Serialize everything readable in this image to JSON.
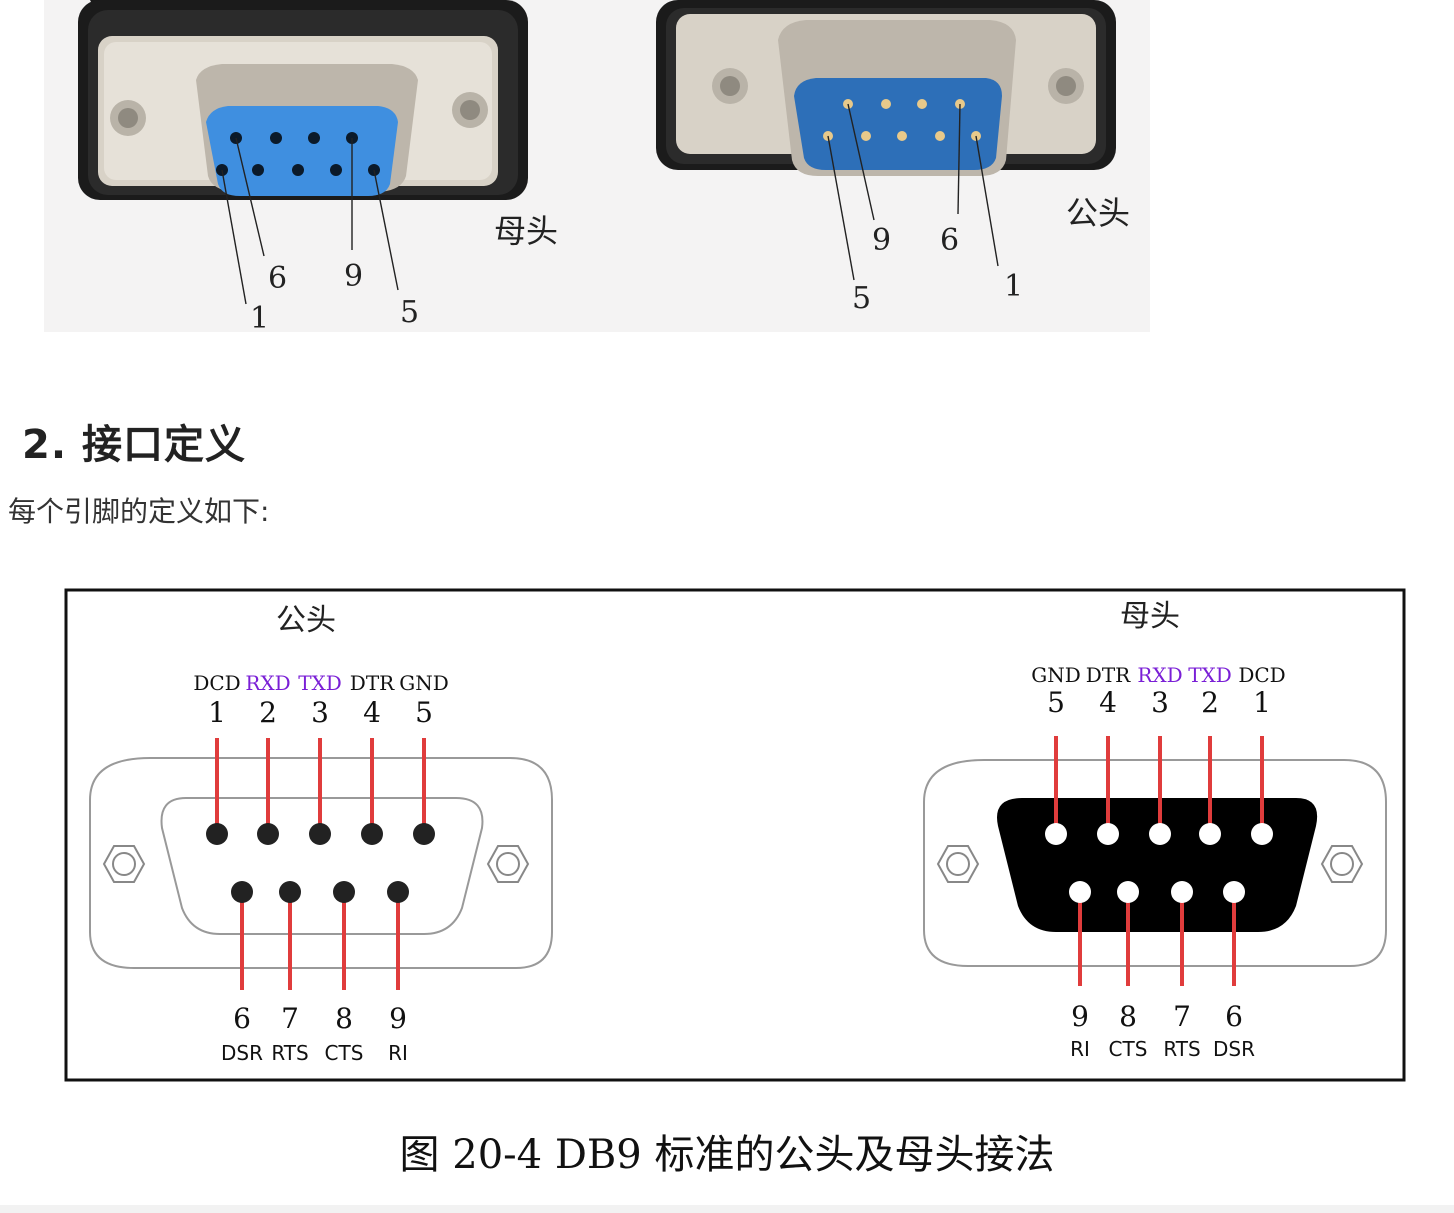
{
  "photo": {
    "female_label": "母头",
    "male_label": "公头",
    "female_callouts": [
      "1",
      "6",
      "9",
      "5"
    ],
    "male_callouts": [
      "9",
      "6",
      "5",
      "1"
    ]
  },
  "heading": "2. 接口定义",
  "intro": "每个引脚的定义如下:",
  "diagram": {
    "male": {
      "title": "公头",
      "top_signals": [
        "DCD",
        "RXD",
        "TXD",
        "DTR",
        "GND"
      ],
      "top_numbers": [
        "1",
        "2",
        "3",
        "4",
        "5"
      ],
      "bottom_numbers": [
        "6",
        "7",
        "8",
        "9"
      ],
      "bottom_signals": [
        "DSR",
        "RTS",
        "CTS",
        "RI"
      ]
    },
    "female": {
      "title": "母头",
      "top_signals": [
        "GND",
        "DTR",
        "RXD",
        "TXD",
        "DCD"
      ],
      "top_numbers": [
        "5",
        "4",
        "3",
        "2",
        "1"
      ],
      "bottom_numbers": [
        "9",
        "8",
        "7",
        "6"
      ],
      "bottom_signals": [
        "RI",
        "CTS",
        "RTS",
        "DSR"
      ]
    },
    "colors": {
      "highlight_signal": "#7a1fd6",
      "pin_lead": "#e03c3c",
      "female_shell": "#000000",
      "border": "#111111"
    }
  },
  "caption": "图 20-4 DB9 标准的公头及母头接法"
}
